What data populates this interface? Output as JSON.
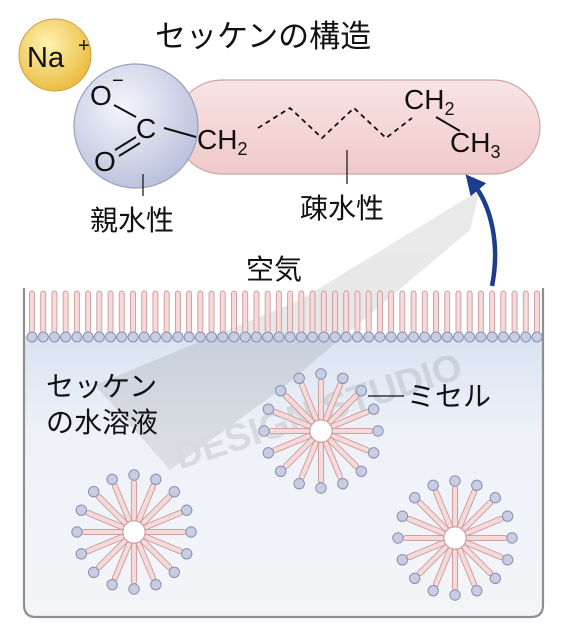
{
  "title": "セッケンの構造",
  "ion": {
    "label": "Na",
    "charge": "+"
  },
  "molecule": {
    "oxygen_top": "O",
    "oxygen_charge": "−",
    "carbon": "C",
    "oxygen_bottom": "O",
    "ch2_first": "CH",
    "ch2_first_sub": "2",
    "ch2_last": "CH",
    "ch2_last_sub": "2",
    "ch3": "CH",
    "ch3_sub": "3"
  },
  "labels": {
    "hydrophilic": "親水性",
    "hydrophobic": "疎水性",
    "air": "空気",
    "solution_line1": "セッケン",
    "solution_line2": "の水溶液",
    "micelle": "ミセル"
  },
  "watermark": "DESIGN STUDIO",
  "colors": {
    "tail_fill": "#f6dada",
    "tail_stroke": "#c99a9a",
    "head_fill": "#c9cde3",
    "head_stroke": "#8a90ad",
    "water_top": "#e5ecf6",
    "water_bottom": "#f2f5f9",
    "container_stroke": "#8a8a8a",
    "na_fill": "#f1cf5f",
    "arrow": "#1b3d8f"
  },
  "micelle_count": 3
}
